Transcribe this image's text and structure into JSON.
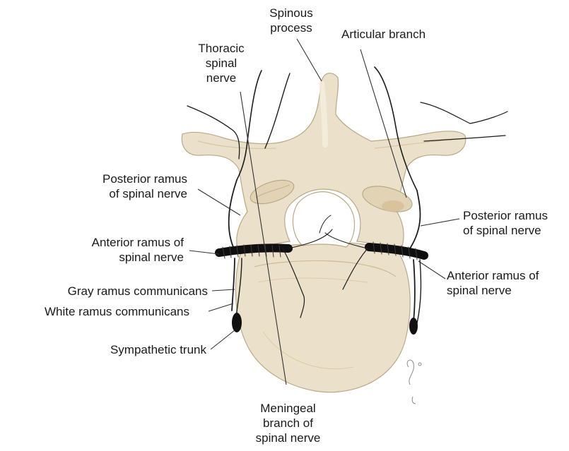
{
  "colors": {
    "bone": "#ebe0c9",
    "bone_shade": "#d8c7a6",
    "bone_highlight": "#f6efe0",
    "ink": "#1c1c1c",
    "leader": "#333333",
    "background": "#ffffff"
  },
  "labels": {
    "spinous_process": "Spinous\nprocess",
    "articular_branch": "Articular branch",
    "thoracic_spinal_nerve": "Thoracic\nspinal\nnerve",
    "posterior_ramus_left": "Posterior ramus\nof spinal nerve",
    "posterior_ramus_right": "Posterior ramus\nof spinal nerve",
    "anterior_ramus_left": "Anterior ramus of\nspinal nerve",
    "anterior_ramus_right": "Anterior ramus of\nspinal nerve",
    "gray_ramus": "Gray ramus communicans",
    "white_ramus": "White ramus communicans",
    "sympathetic_trunk": "Sympathetic trunk",
    "meningeal_branch": "Meningeal\nbranch of\nspinal nerve"
  }
}
